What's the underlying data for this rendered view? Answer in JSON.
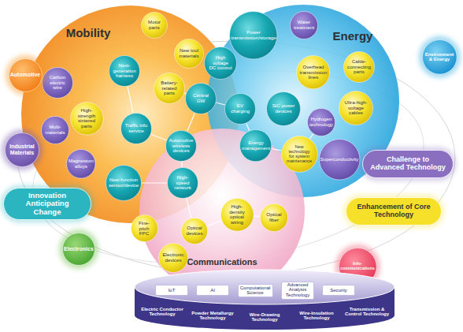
{
  "diagram": {
    "nodes": [
      {
        "text": [
          "Mobility"
        ]
      },
      {
        "text": [
          "Motor parts"
        ],
        "in": 0
      },
      {
        "text": [
          "New tool materials"
        ],
        "in": 0
      },
      {
        "text": [
          "High voltage DC control"
        ],
        "in": 0
      },
      {
        "text": [
          "Next-generation harness"
        ],
        "in": 0
      },
      {
        "text": [
          "Battery-related parts"
        ],
        "in": 0
      },
      {
        "text": [
          "Central GW"
        ],
        "in": 0
      },
      {
        "text": [
          "Carbon electric wire"
        ],
        "in": 0
      },
      {
        "text": [
          "High-strength sintered parts"
        ],
        "in": 0
      },
      {
        "text": [
          "Multi-materials"
        ],
        "in": 0
      },
      {
        "text": [
          "Traffic info service"
        ],
        "in": 0
      },
      {
        "text": [
          "Automotive wireless devices"
        ],
        "in": 0
      },
      {
        "text": [
          "Magnesium alloys"
        ],
        "in": 0
      },
      {
        "text": [
          "New-function sensor/device"
        ],
        "in": 0
      },
      {
        "text": [
          "Energy"
        ]
      },
      {
        "text": [
          "Water treatment"
        ],
        "in": 14
      },
      {
        "text": [
          "Power transmission/storage"
        ],
        "in": 14
      },
      {
        "text": [
          "EV charging"
        ],
        "in": 14
      },
      {
        "text": [
          "SiC power devices"
        ],
        "in": 14
      },
      {
        "text": [
          "Overhead transmission lines"
        ],
        "in": 14
      },
      {
        "text": [
          "Cable-connecting parts"
        ],
        "in": 14
      },
      {
        "text": [
          "Ultra-high-voltage cables"
        ],
        "in": 14
      },
      {
        "text": [
          "Hydrogen technology"
        ],
        "in": 14
      },
      {
        "text": [
          "New technology for system maintenance"
        ],
        "in": 14
      },
      {
        "text": [
          "Energy management"
        ],
        "in": 14
      },
      {
        "text": [
          "Superconductivity"
        ],
        "in": 14
      },
      {
        "text": [
          "Communications"
        ]
      },
      {
        "text": [
          "High-speed network"
        ],
        "in": 26
      },
      {
        "text": [
          "Fine-pitch FPC"
        ],
        "in": 26
      },
      {
        "text": [
          "Optical devices"
        ],
        "in": 26
      },
      {
        "text": [
          "High-density optical wiring"
        ],
        "in": 26
      },
      {
        "text": [
          "Electronic devices"
        ],
        "in": 26
      },
      {
        "text": [
          "Optical fiber"
        ],
        "in": 26
      },
      {
        "text": [
          "Automotive"
        ]
      },
      {
        "text": [
          "Industrial Materials"
        ]
      },
      {
        "text": [
          "Innovation Anticipating Change"
        ]
      },
      {
        "text": [
          "Electronics"
        ]
      },
      {
        "text": [
          "Environment & Energy"
        ]
      },
      {
        "text": [
          "Challenge to Advanced Technology"
        ]
      },
      {
        "text": [
          "Enhancement of Core Technology"
        ]
      },
      {
        "text": [
          "Info-communications"
        ]
      },
      {
        "text": [
          "Electric Conductor Technology",
          "Powder Metallurgy Technology",
          "Wire-Drawing Technology",
          "Wire-Insulation Technology",
          "Transmission & Control Technology"
        ]
      },
      {
        "text": [
          "IoT"
        ],
        "in": 41
      },
      {
        "text": [
          "AI"
        ],
        "in": 41
      },
      {
        "text": [
          "Computational Science"
        ],
        "in": 41
      },
      {
        "text": [
          "Advanced Analysis Technology"
        ],
        "in": 41
      },
      {
        "text": [
          "Security"
        ],
        "in": 41
      }
    ],
    "edges": [
      {
        "from": 4,
        "to": 10,
        "arrow": "none"
      },
      {
        "from": 10,
        "to": 11,
        "arrow": "none"
      },
      {
        "from": 6,
        "to": 11,
        "arrow": "none"
      },
      {
        "from": 5,
        "to": 6,
        "arrow": "none"
      },
      {
        "from": 6,
        "to": 17,
        "arrow": "none"
      },
      {
        "from": 11,
        "to": 27,
        "arrow": "none"
      },
      {
        "from": 13,
        "to": 27,
        "arrow": "none"
      },
      {
        "from": 17,
        "to": 24,
        "arrow": "none"
      },
      {
        "from": 24,
        "to": 23,
        "arrow": "none"
      },
      {
        "from": 22,
        "to": 23,
        "arrow": "none"
      },
      {
        "from": 27,
        "to": 29,
        "arrow": "none"
      },
      {
        "from": 29,
        "to": 30,
        "arrow": "none"
      },
      {
        "from": 30,
        "to": 32,
        "arrow": "none"
      }
    ]
  }
}
